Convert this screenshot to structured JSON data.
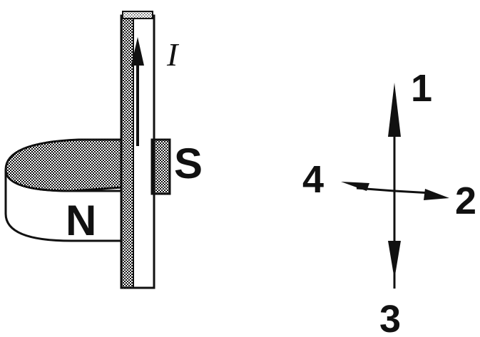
{
  "magnet": {
    "north_label": "N",
    "south_label": "S"
  },
  "conductor": {
    "current_label": "I"
  },
  "directions": {
    "up": "1",
    "right": "2",
    "down": "3",
    "left": "4"
  },
  "colors": {
    "ink": "#111111",
    "background": "#ffffff"
  }
}
